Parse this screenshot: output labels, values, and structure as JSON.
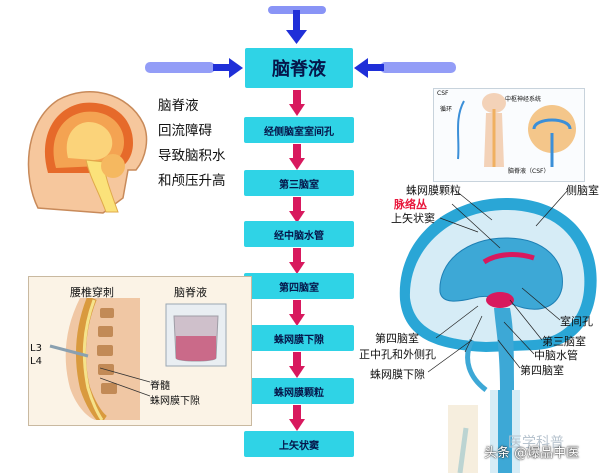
{
  "flow": {
    "title": "脑脊液",
    "steps": [
      "经侧脑室室间孔",
      "第三脑室",
      "经中脑水管",
      "第四脑室",
      "蛛网膜下隙",
      "蛛网膜颗粒",
      "上矢状窦"
    ]
  },
  "left_note": [
    "脑脊液",
    "回流障碍",
    "导致脑积水",
    "和颅压升高"
  ],
  "lumbar": {
    "title": "腰椎穿刺",
    "csf_title": "脑脊液",
    "L3": "L3",
    "L4": "L4",
    "spinal_cord": "脊髓",
    "subarachnoid": "蛛网膜下隙"
  },
  "system_inset": {
    "csf": "CSF",
    "cycle": "循环",
    "cns": "中枢神经系统",
    "caption": "脑脊液（CSF）"
  },
  "brain_labels": {
    "arachnoid_granulation": "蛛网膜颗粒",
    "choroid_plexus": "脉络丛",
    "superior_sagittal_sinus": "上矢状窦",
    "lateral_ventricle": "侧脑室",
    "interventricular_foramen": "室间孔",
    "fourth_ventricle_1": "第四脑室",
    "median_lateral_apertures": "正中孔和外侧孔",
    "third_ventricle": "第三脑室",
    "aqueduct": "中脑水管",
    "fourth_ventricle_2": "第四脑室",
    "subarachnoid_space": "蛛网膜下隙"
  },
  "watermark": {
    "text": "头条 @爆品中医",
    "faint": "医学科普"
  },
  "colors": {
    "box": "#2fd3e6",
    "arrow": "#d8195e",
    "blue_arrow": "#1f2fd8",
    "red_label": "#e8183c"
  }
}
